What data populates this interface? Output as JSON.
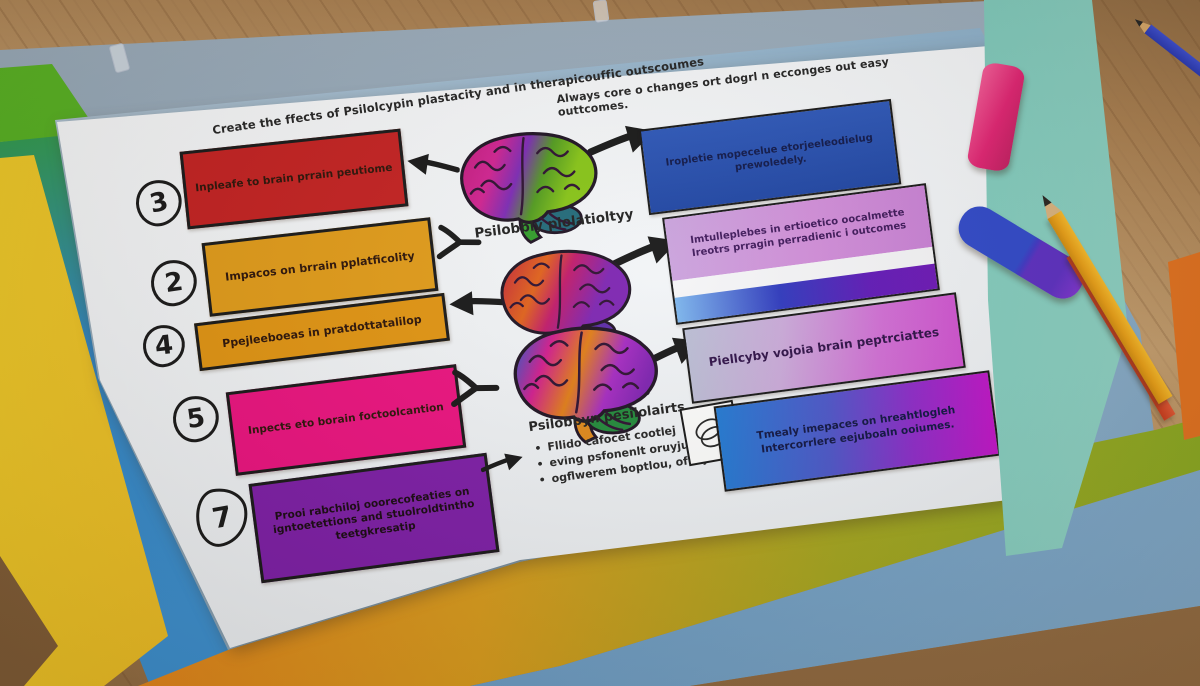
{
  "diagram": {
    "title_line1": "Create the ffects of Psilolcypin plastacity and in therapicouffic outscoumes",
    "title_line2": "Always core o changes ort dogrl n ecconges out easy outtcomes.",
    "left_boxes": [
      {
        "number": "3",
        "label": "Inpleafe to brain prrain peutiome",
        "color": "#c41e1e"
      },
      {
        "number": "2",
        "label": "Impacos on brrain pplatficolity",
        "color": "#e29b16"
      },
      {
        "number": "4",
        "label": "Ppejleeboeas in pratdottatalilop",
        "color": "#e2940f"
      },
      {
        "number": "5",
        "label": "Inpects eto borain foctoolcantion",
        "color": "#ec0f7e"
      },
      {
        "number": "7",
        "label": "Prooi rabchiloj ooorecofeaties on igntoetettions and stuolroldtintho teetgkresatip",
        "color": "#7c1ba6"
      }
    ],
    "center": {
      "brain_label": "Psilobbly plolatioltyy",
      "list_title": "Psilobbyn pesilolairts",
      "bullets": [
        "Fllido cafocet cootlej",
        "eving psfonenlt oruyjuale",
        "ogflwerem boptlou, ofwly"
      ]
    },
    "right_boxes": {
      "blue": {
        "line1": "Iropletie mopecelue etorjeeleodielug",
        "line2": "prewoledely.",
        "color": "#2a52b4"
      },
      "lilac": {
        "line1": "Imtulleplebes in ertioetico oocalmette",
        "line2": "Ireotrs prragin perradienic i outcomes",
        "color": "#c9a2dc"
      },
      "gradient1": {
        "label": "Piellcyby vojoia brain peptrciattes",
        "colors": [
          "#b9bdd3",
          "#cf4fcf"
        ]
      },
      "gradient2": {
        "line1": "Tmealy imepaces on hreahtlogleh",
        "line2": "Intercorrlere eejuboaln ooiumes.",
        "colors": [
          "#1f78d2",
          "#c110c6"
        ]
      }
    },
    "icons": {
      "arrow_right": "→",
      "arrow_left": "←",
      "fork_mark": "Y",
      "infinity_doodle": "∞"
    }
  },
  "scene": {
    "colors": {
      "desk_wood": "#b08452",
      "paper": "#f4f6f8",
      "folder_blue_top": "#3b82c6",
      "folder_pale_blue": "#8fb2cc",
      "folder_teal_strip": "#4db3a0",
      "folder_green": "#4fae1e",
      "folder_yellow": "#e8c020",
      "folder_orange": "#e07818",
      "marker_pink": "#e02070",
      "marker_blue": "#2d46c8",
      "pencil_yellow": "#f6b826",
      "pencil_blue": "#3a4cd0"
    }
  }
}
